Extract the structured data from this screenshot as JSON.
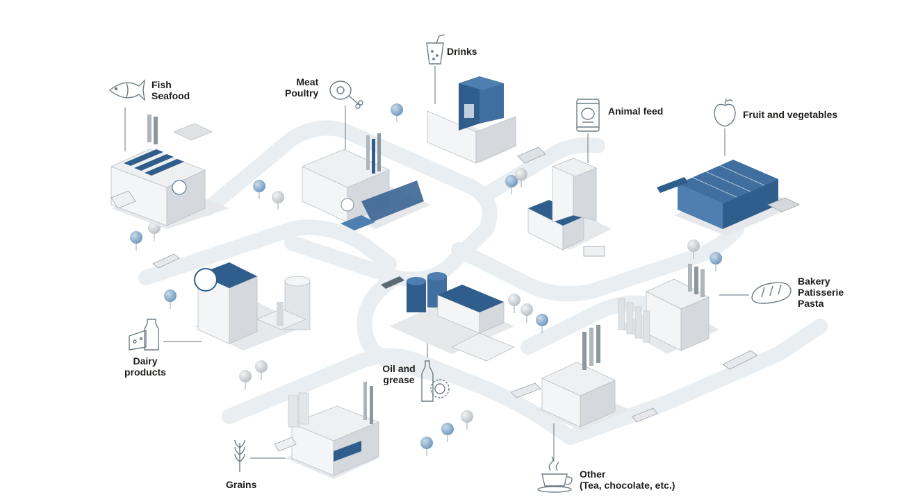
{
  "sectors": {
    "fish": {
      "lines": [
        "Fish",
        "Seafood"
      ]
    },
    "meat": {
      "lines": [
        "Meat",
        "Poultry"
      ]
    },
    "drinks": {
      "lines": [
        "Drinks"
      ]
    },
    "animal_feed": {
      "lines": [
        "Animal feed"
      ]
    },
    "fruit_veg": {
      "lines": [
        "Fruit and vegetables"
      ]
    },
    "bakery": {
      "lines": [
        "Bakery",
        "Patisserie",
        "Pasta"
      ]
    },
    "dairy": {
      "lines": [
        "Dairy",
        "products"
      ]
    },
    "oil": {
      "lines": [
        "Oil and",
        "grease"
      ]
    },
    "grains": {
      "lines": [
        "Grains"
      ]
    },
    "other": {
      "lines": [
        "Other",
        "(Tea, chocolate, etc.)"
      ]
    }
  },
  "colors": {
    "brand_blue": "#2f5d8c",
    "light_blue": "#4f7fb1",
    "road": "#e8eef1",
    "building": "#f4f5f7",
    "building_side": "#d5d9de",
    "shadow": "#e3e5e8",
    "line": "#7d8b95",
    "icon": "#6d7c86",
    "tree": "#a9c3d9",
    "tree_alt": "#d9dde0"
  },
  "icons": {
    "fish": "fish-icon",
    "meat": "meat-leg-icon",
    "drinks": "glass-straw-icon",
    "animal_feed": "pet-food-can-icon",
    "fruit_veg": "apple-icon",
    "bakery": "bread-icon",
    "dairy": "cheese-milk-icon",
    "oil": "oil-bottle-sunflower-icon",
    "grains": "wheat-icon",
    "other": "coffee-cup-icon"
  }
}
